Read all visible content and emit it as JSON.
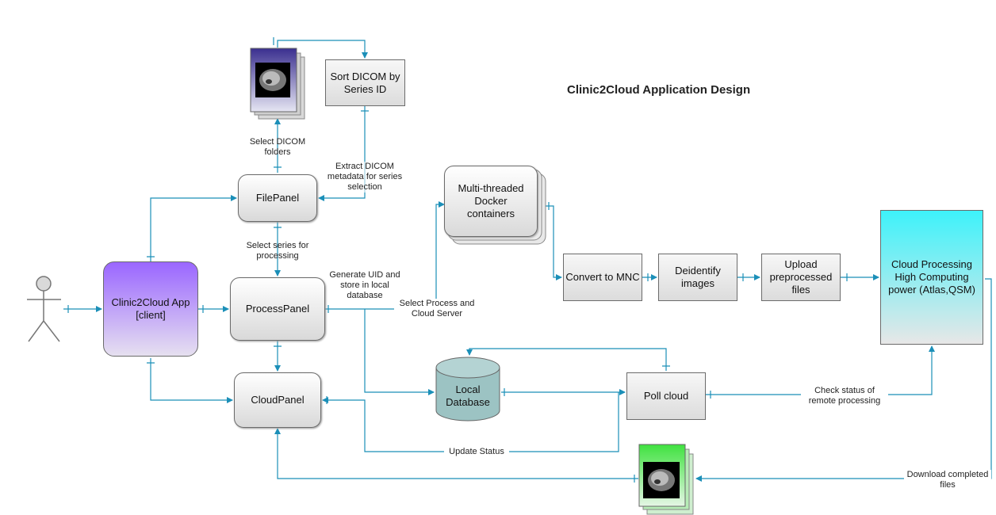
{
  "title": "Clinic2Cloud Application Design",
  "nodes": {
    "sort_dicom": "Sort DICOM by Series ID",
    "file_panel": "FilePanel",
    "process_panel": "ProcessPanel",
    "cloud_panel": "CloudPanel",
    "app": "Clinic2Cloud App [client]",
    "docker": "Multi-threaded Docker containers",
    "convert": "Convert to MNC",
    "deidentify": "Deidentify images",
    "upload": "Upload preprocessed files",
    "cloud_processing": "Cloud Processing High Computing power (Atlas,QSM)",
    "local_db": "Local Database",
    "poll": "Poll cloud"
  },
  "labels": {
    "select_dicom": "Select DICOM folders",
    "extract": "Extract DICOM metadata for series selection",
    "select_series": "Select series for processing",
    "generate_uid": "Generate UID and store in local database",
    "select_process": "Select Process and Cloud Server",
    "check_status": "Check status of remote processing",
    "update_status": "Update Status",
    "download": "Download completed files"
  },
  "colors": {
    "wire": "#1b8fb8",
    "app_top": "#9a66ff",
    "app_bottom": "#e6e0f0",
    "cloud_top": "#3df2fa",
    "cloud_bottom": "#e7e7e7",
    "db": "#9cc3c3",
    "dicom_stack": "#3a2f8f",
    "green_stack": "#3fe23f"
  }
}
